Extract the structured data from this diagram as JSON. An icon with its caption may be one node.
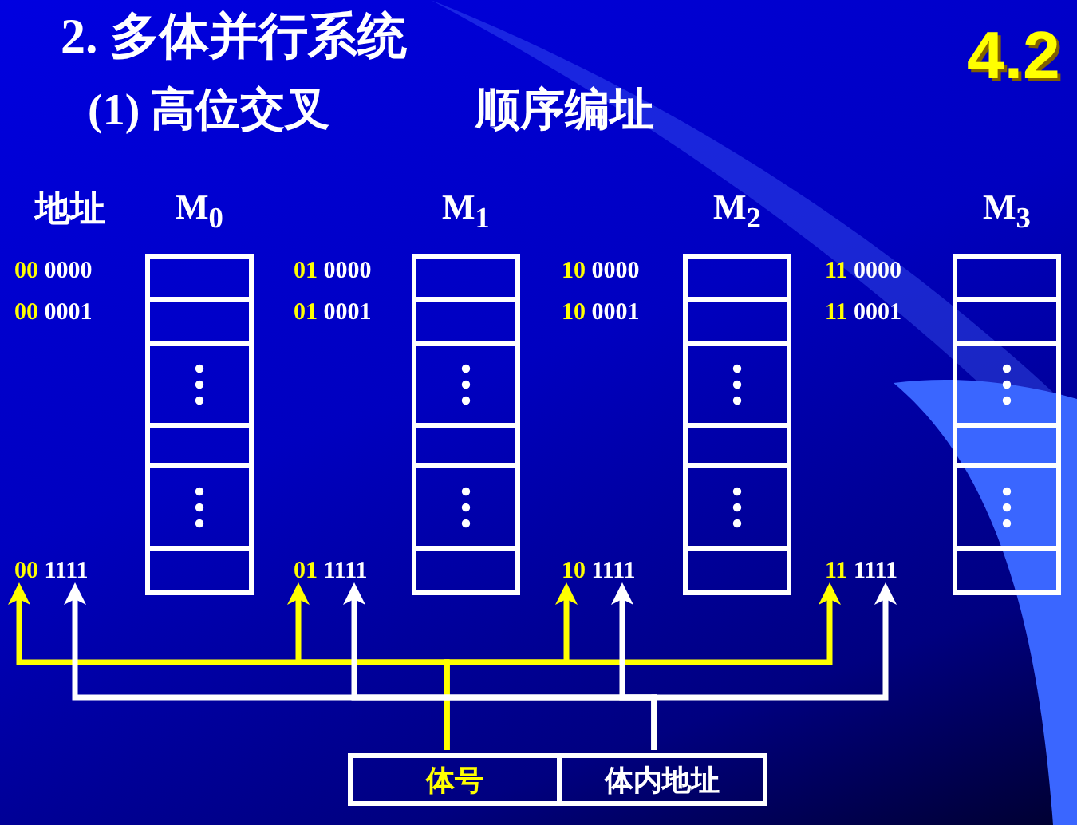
{
  "diagram": {
    "nodes": [
      {
        "text": [
          "M$_{0}$"
        ]
      },
      {
        "text": [
          "M$_{1}$"
        ]
      },
      {
        "text": [
          "M$_{2}$"
        ]
      },
      {
        "text": [
          "M$_{3}$"
        ]
      },
      {
        "text": [
          "00 1111"
        ]
      },
      {
        "text": [
          "01 1111"
        ]
      },
      {
        "text": [
          "10 1111"
        ]
      },
      {
        "text": [
          "11 1111"
        ]
      },
      {
        "text": [
          "体号"
        ]
      },
      {
        "text": [
          "体内地址"
        ]
      }
    ],
    "edges": [
      {
        "from": 8,
        "to": 4,
        "arrow": "to",
        "color": "#ffff00"
      },
      {
        "from": 8,
        "to": 5,
        "arrow": "to",
        "color": "#ffff00"
      },
      {
        "from": 8,
        "to": 6,
        "arrow": "to",
        "color": "#ffff00"
      },
      {
        "from": 8,
        "to": 7,
        "arrow": "to",
        "color": "#ffff00"
      },
      {
        "from": 9,
        "to": 4,
        "arrow": "to",
        "color": "#ffffff"
      },
      {
        "from": 9,
        "to": 5,
        "arrow": "to",
        "color": "#ffffff"
      },
      {
        "from": 9,
        "to": 6,
        "arrow": "to",
        "color": "#ffffff"
      },
      {
        "from": 9,
        "to": 7,
        "arrow": "to",
        "color": "#ffffff"
      }
    ],
    "labels": [
      "2. 多体并行系统",
      "4.2",
      "(1) 高位交叉",
      "顺序编址",
      "地址",
      "00 0000",
      "01 0000",
      "10 0000",
      "11 0000",
      "00 0001",
      "01 0001",
      "10 0001",
      "11 0001"
    ]
  }
}
